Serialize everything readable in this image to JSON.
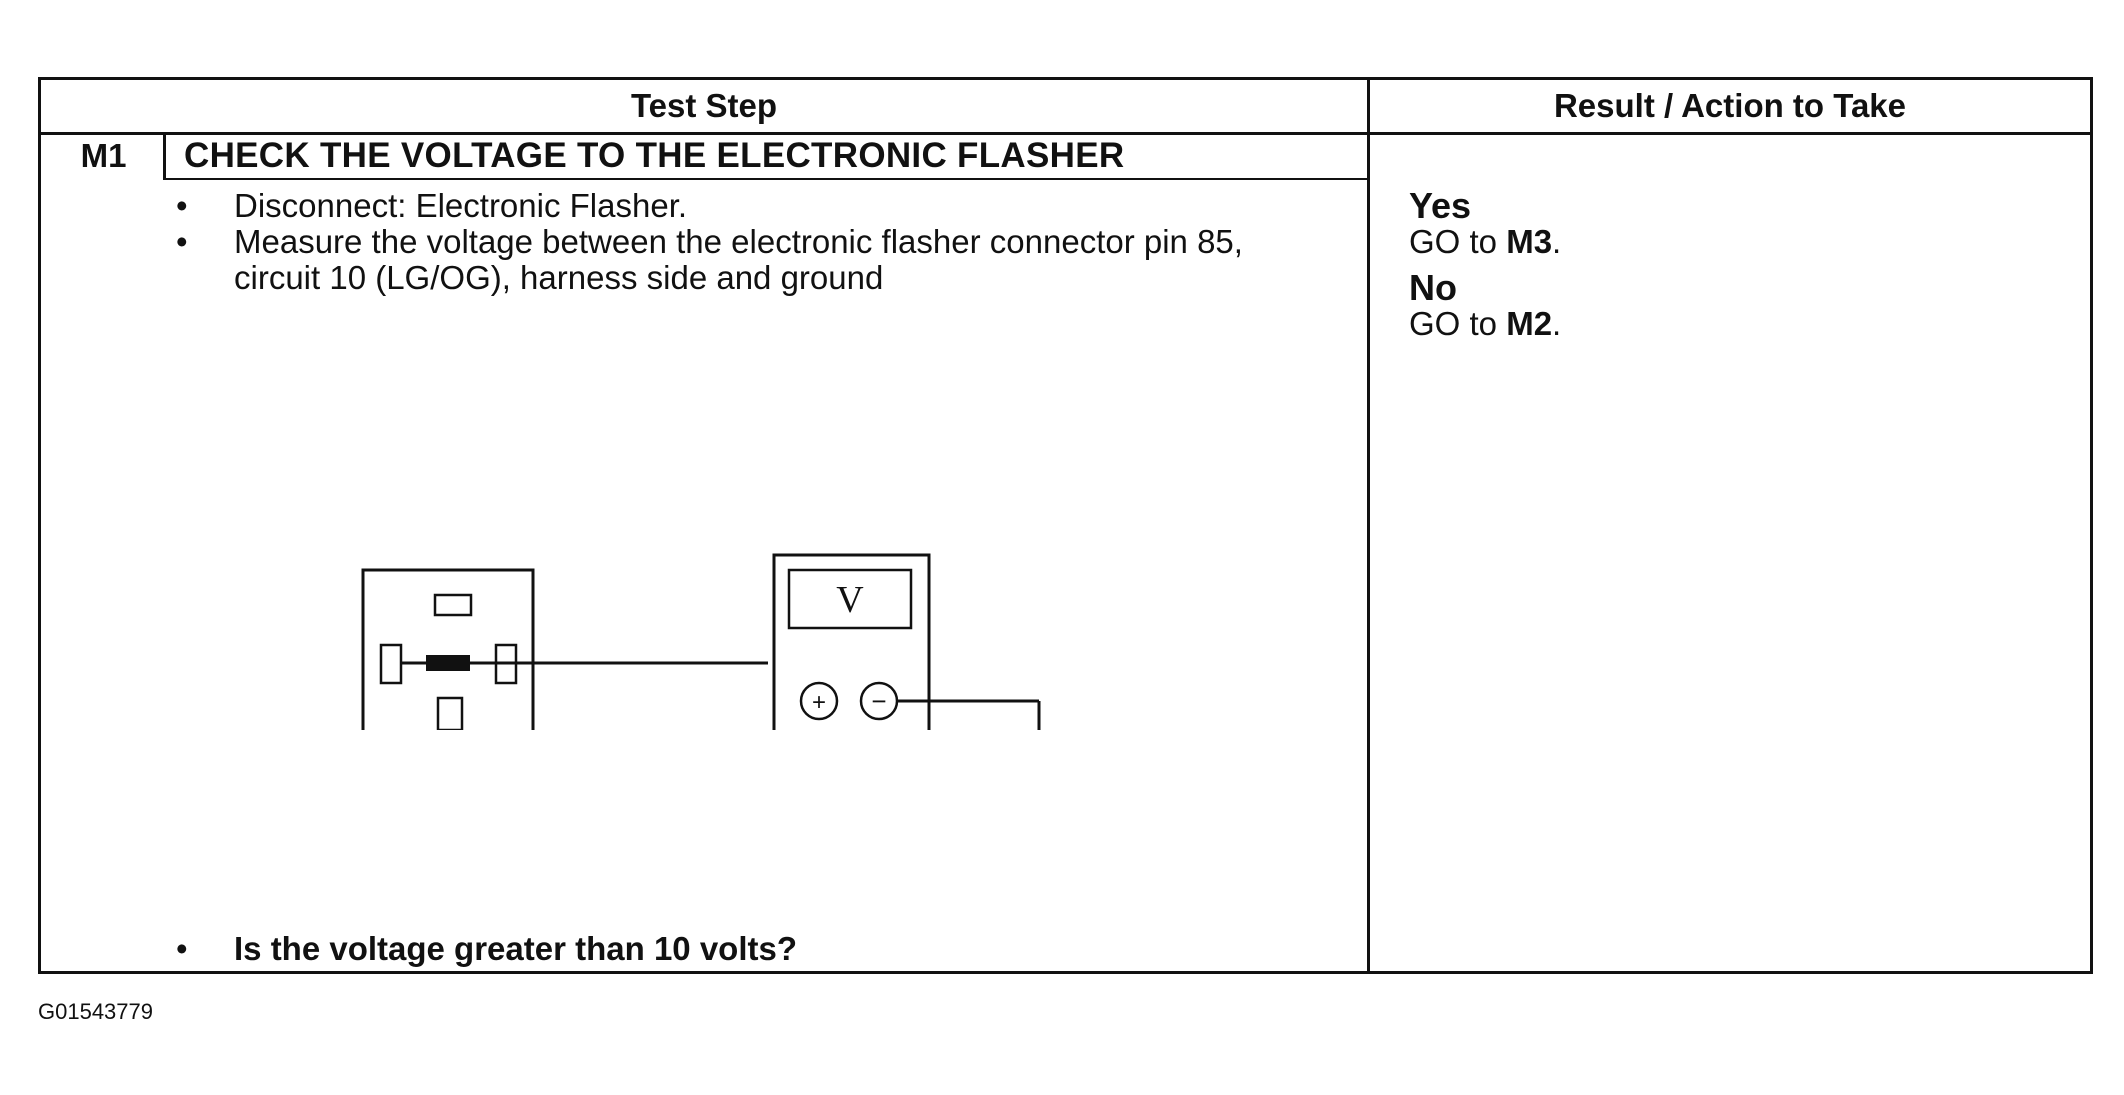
{
  "table": {
    "col_test_step": "Test Step",
    "col_result": "Result / Action to Take"
  },
  "step": {
    "id": "M1",
    "title": "CHECK THE VOLTAGE TO THE ELECTRONIC FLASHER",
    "instructions": [
      "Disconnect: Electronic Flasher.",
      "Measure the voltage between the electronic flasher connector pin 85, circuit 10 (LG/OG), harness side and ground"
    ],
    "question": "Is the voltage greater than 10 volts?"
  },
  "results": [
    {
      "label": "Yes",
      "action_prefix": "GO to ",
      "target": "M3",
      "action_suffix": "."
    },
    {
      "label": "No",
      "action_prefix": "GO to ",
      "target": "M2",
      "action_suffix": "."
    }
  ],
  "diagram": {
    "meter_symbol": "V",
    "positive_terminal": "+",
    "negative_terminal": "−",
    "bullet": "•"
  },
  "footer": {
    "image_id": "G01543779"
  }
}
